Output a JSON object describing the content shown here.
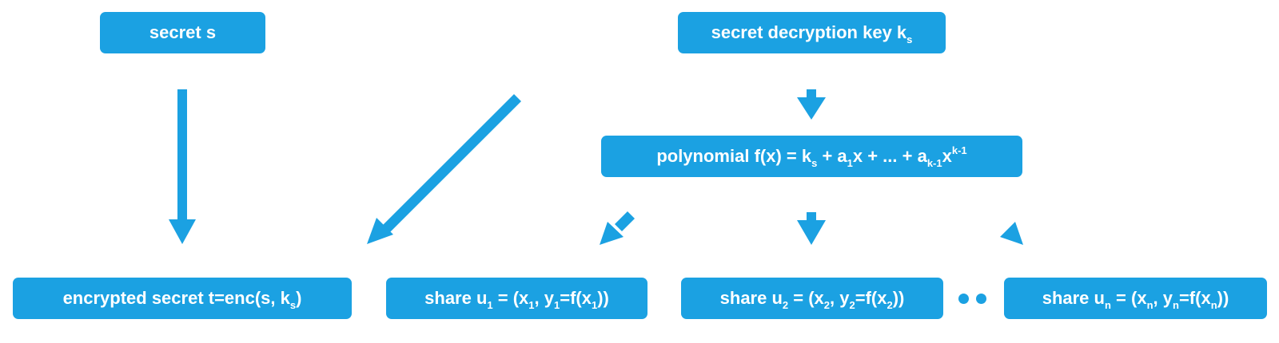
{
  "colors": {
    "accent": "#1ba1e2",
    "text": "#ffffff",
    "background": "#ffffff"
  },
  "nodes": {
    "secret": {
      "text": "secret s"
    },
    "key": {
      "prefix": "secret decryption key k",
      "sub": "s"
    },
    "polynomial": {
      "t1": "polynomial f(x) = k",
      "s1": "s",
      "t2": " + a",
      "s2": "1",
      "t3": "x + ... + a",
      "s3": "k-1",
      "t4": "x",
      "sup4": "k-1"
    },
    "encrypted": {
      "t1": "encrypted secret t=enc(s, k",
      "s1": "s",
      "t2": ")"
    },
    "share1": {
      "t1": "share u",
      "s1": "1",
      "t2": " = (x",
      "s2": "1",
      "t3": ", y",
      "s3": "1",
      "t4": "=f(x",
      "s4": "1",
      "t5": "))"
    },
    "share2": {
      "t1": "share u",
      "s1": "2",
      "t2": " = (x",
      "s2": "2",
      "t3": ", y",
      "s3": "2",
      "t4": "=f(x",
      "s4": "2",
      "t5": "))"
    },
    "sharen": {
      "t1": "share u",
      "s1": "n",
      "t2": " = (x",
      "s2": "n",
      "t3": ", y",
      "s3": "n",
      "t4": "=f(x",
      "s4": "n",
      "t5": "))"
    }
  }
}
